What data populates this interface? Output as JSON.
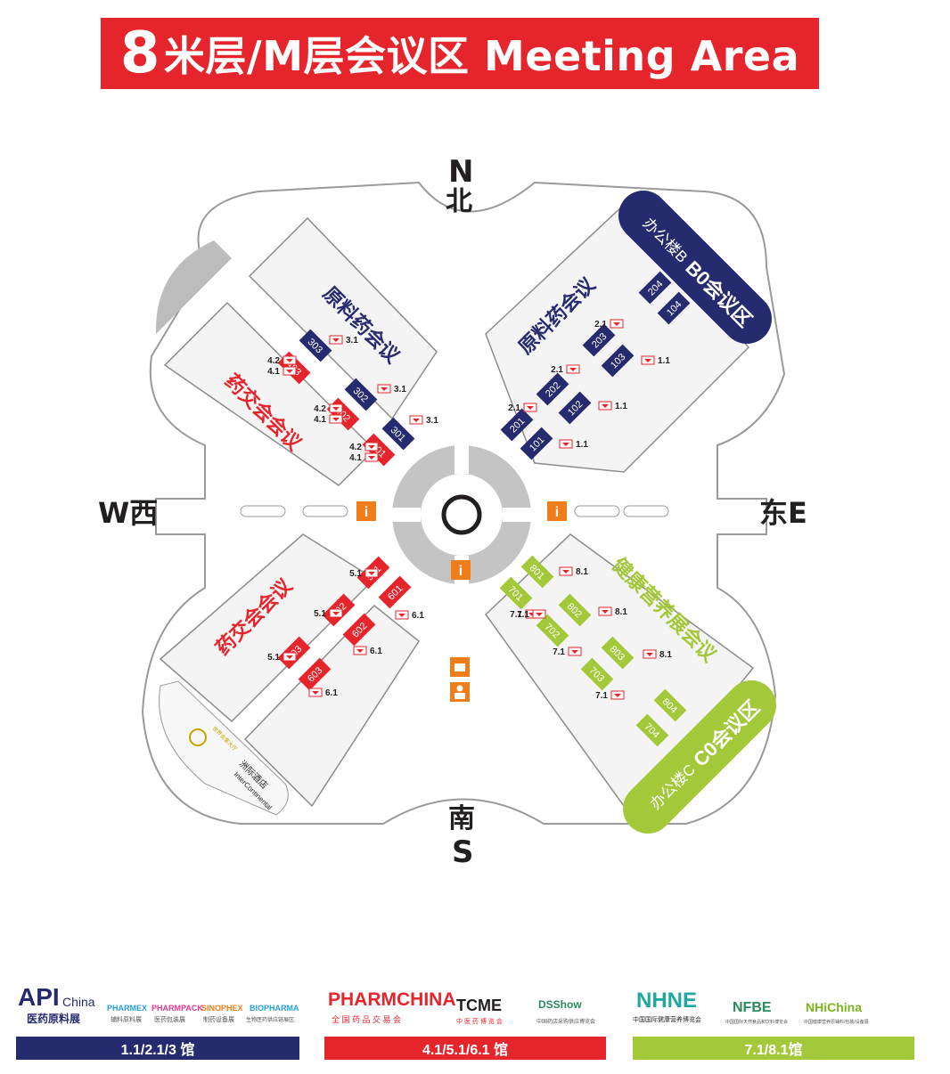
{
  "title": {
    "prefix": "8",
    "text": "米层/M层会议区 Meeting Area"
  },
  "compass": {
    "north_letter": "N",
    "north_char": "北",
    "south_char": "南",
    "south_letter": "S",
    "west": "W西",
    "east": "东E"
  },
  "zones": {
    "api_label": "原料药会议",
    "pharmchina_label": "药交会会议",
    "nhne_label": "健康营养展会议",
    "office_b": "办公楼B",
    "b0": "B0会议区",
    "office_c": "办公楼C",
    "c0": "C0会议区"
  },
  "hotel": {
    "name_cn": "洲际酒店",
    "name_en": "InterContinental",
    "logo_text": "世界会客大厅"
  },
  "rooms": [
    {
      "id": "303",
      "color": "navy"
    },
    {
      "id": "302",
      "color": "navy"
    },
    {
      "id": "301",
      "color": "navy"
    },
    {
      "id": "403",
      "color": "red"
    },
    {
      "id": "402",
      "color": "red"
    },
    {
      "id": "401",
      "color": "red"
    },
    {
      "id": "204",
      "color": "navy"
    },
    {
      "id": "104",
      "color": "navy"
    },
    {
      "id": "203",
      "color": "navy"
    },
    {
      "id": "103",
      "color": "navy"
    },
    {
      "id": "202",
      "color": "navy"
    },
    {
      "id": "102",
      "color": "navy"
    },
    {
      "id": "201",
      "color": "navy"
    },
    {
      "id": "101",
      "color": "navy"
    },
    {
      "id": "501",
      "color": "red"
    },
    {
      "id": "601",
      "color": "red"
    },
    {
      "id": "502",
      "color": "red"
    },
    {
      "id": "602",
      "color": "red"
    },
    {
      "id": "503",
      "color": "red"
    },
    {
      "id": "603",
      "color": "red"
    },
    {
      "id": "801",
      "color": "green"
    },
    {
      "id": "701",
      "color": "green"
    },
    {
      "id": "802",
      "color": "green"
    },
    {
      "id": "702",
      "color": "green"
    },
    {
      "id": "803",
      "color": "green"
    },
    {
      "id": "703",
      "color": "green"
    },
    {
      "id": "804",
      "color": "green"
    },
    {
      "id": "704",
      "color": "green"
    }
  ],
  "hall_tags": [
    "3.1",
    "3.1",
    "3.1",
    "4.2",
    "4.1",
    "4.2",
    "4.1",
    "4.2",
    "4.1",
    "2.1",
    "2.1",
    "2.1",
    "1.1",
    "1.1",
    "1.1",
    "5.1",
    "5.1",
    "5.1",
    "6.1",
    "6.1",
    "6.1",
    "8.1",
    "8.1",
    "8.1",
    "7.1",
    "7.1",
    "7.1",
    "7.1"
  ],
  "legend": {
    "api": {
      "logo": "API",
      "logo_suffix": "China",
      "logo_sub": "医药原料展",
      "brands": [
        {
          "name": "PHARMEX",
          "sub": "辅料原料展"
        },
        {
          "name": "PHARMPACK",
          "sub": "医药包装展"
        },
        {
          "name": "SINOPHEX",
          "sub": "制药设备展"
        },
        {
          "name": "BIOPHARMA",
          "sub": "生物医药供应链展区"
        }
      ],
      "halls": "1.1/2.1/3 馆"
    },
    "pharmchina": {
      "logo": "PHARMCHINA",
      "logo_sub": "全 国 药 品 交 易 会",
      "brands": [
        {
          "name": "TCME",
          "sub": "中 医 药 博 览 会"
        },
        {
          "name": "DSShow",
          "sub": "中国药店采购供应博览会"
        }
      ],
      "halls": "4.1/5.1/6.1 馆"
    },
    "nhne": {
      "logo": "NHNE",
      "logo_sub": "中国国际健康营养博览会",
      "brands": [
        {
          "name": "NFBE",
          "sub": "中国国际天然食品和饮料博览会"
        },
        {
          "name": "NHiChina",
          "sub": "中国健康营养原辅料/包装/设备展"
        }
      ],
      "halls": "7.1/8.1馆"
    }
  },
  "colors": {
    "navy": "#262a6e",
    "red": "#e5242b",
    "green": "#a3c83a",
    "orange": "#ef7d1a",
    "gray": "#c8c8c8",
    "building": "#f2f2f2"
  }
}
